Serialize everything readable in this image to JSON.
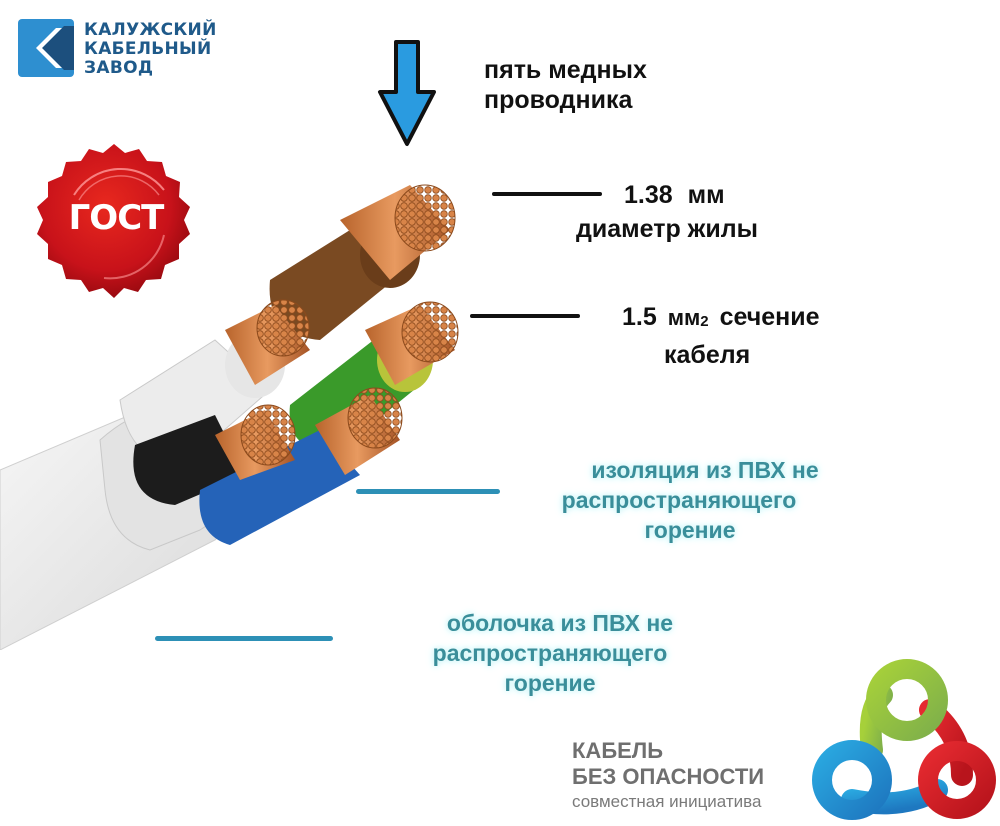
{
  "brand": {
    "name_lines": [
      "Калужский",
      "Кабельный",
      "Завод"
    ],
    "colors": {
      "primary": "#1f5a8a",
      "accent": "#2e8fd0"
    }
  },
  "badge": {
    "text": "ГОСТ",
    "color": "#d31a1a"
  },
  "callouts": {
    "conductors": {
      "line1": "пять медных",
      "line2": "проводника"
    },
    "diameter": {
      "value": "1.38",
      "unit": "мм",
      "caption": "диаметр жилы"
    },
    "cross_section": {
      "value": "1.5",
      "unit": "мм",
      "unit_sup": "2",
      "caption_inline": "сечение",
      "caption_line2": "кабеля"
    },
    "insulation": {
      "line1": "изоляция из ПВХ не",
      "line2": "распространяющего",
      "line3": "горение"
    },
    "sheath": {
      "line1": "оболочка из ПВХ не",
      "line2": "распространяющего",
      "line3": "горение"
    }
  },
  "cable": {
    "core_colors": [
      "#f0f0f0",
      "#7a4a22",
      "#3a9a2a",
      "#1a1a1a",
      "#2563b8"
    ],
    "copper_color": "#c8743a",
    "sheath_color": "#e9e9e9"
  },
  "initiative": {
    "title_line1": "КАБЕЛЬ",
    "title_line2": "БЕЗ ОПАСНОСТИ",
    "subtitle": "совместная инициатива",
    "ring_colors": [
      "#8dc63f",
      "#22a9e1",
      "#e0202a"
    ]
  }
}
